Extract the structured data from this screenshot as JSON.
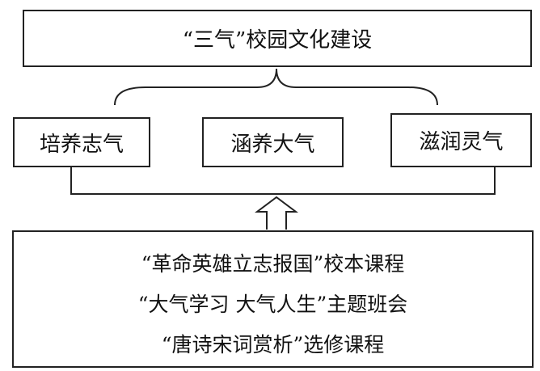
{
  "top": "“三气”校园文化建设",
  "middle": [
    "培养志气",
    "涵养大气",
    "滋润灵气"
  ],
  "bottom": [
    "“革命英雄立志报国”校本课程",
    "“大气学习  大气人生”主题班会",
    "“唐诗宋词赏析”选修课程"
  ]
}
